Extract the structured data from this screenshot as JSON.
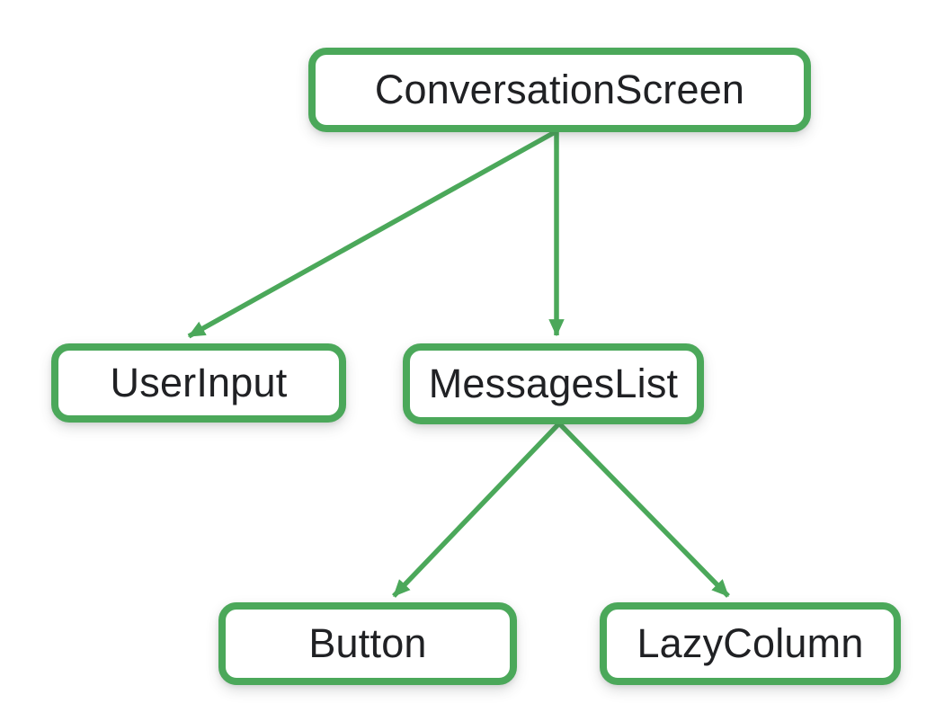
{
  "theme": {
    "accent_color": "#4BA85A",
    "node_fill": "#FFFFFF",
    "text_color": "#202124",
    "background": "#FFFFFF"
  },
  "diagram": {
    "type": "tree",
    "nodes": [
      {
        "id": "conversation-screen",
        "label": "ConversationScreen"
      },
      {
        "id": "user-input",
        "label": "UserInput"
      },
      {
        "id": "messages-list",
        "label": "MessagesList"
      },
      {
        "id": "button",
        "label": "Button"
      },
      {
        "id": "lazy-column",
        "label": "LazyColumn"
      }
    ],
    "edges": [
      {
        "from": "conversation-screen",
        "to": "user-input"
      },
      {
        "from": "conversation-screen",
        "to": "messages-list"
      },
      {
        "from": "messages-list",
        "to": "button"
      },
      {
        "from": "messages-list",
        "to": "lazy-column"
      }
    ]
  }
}
